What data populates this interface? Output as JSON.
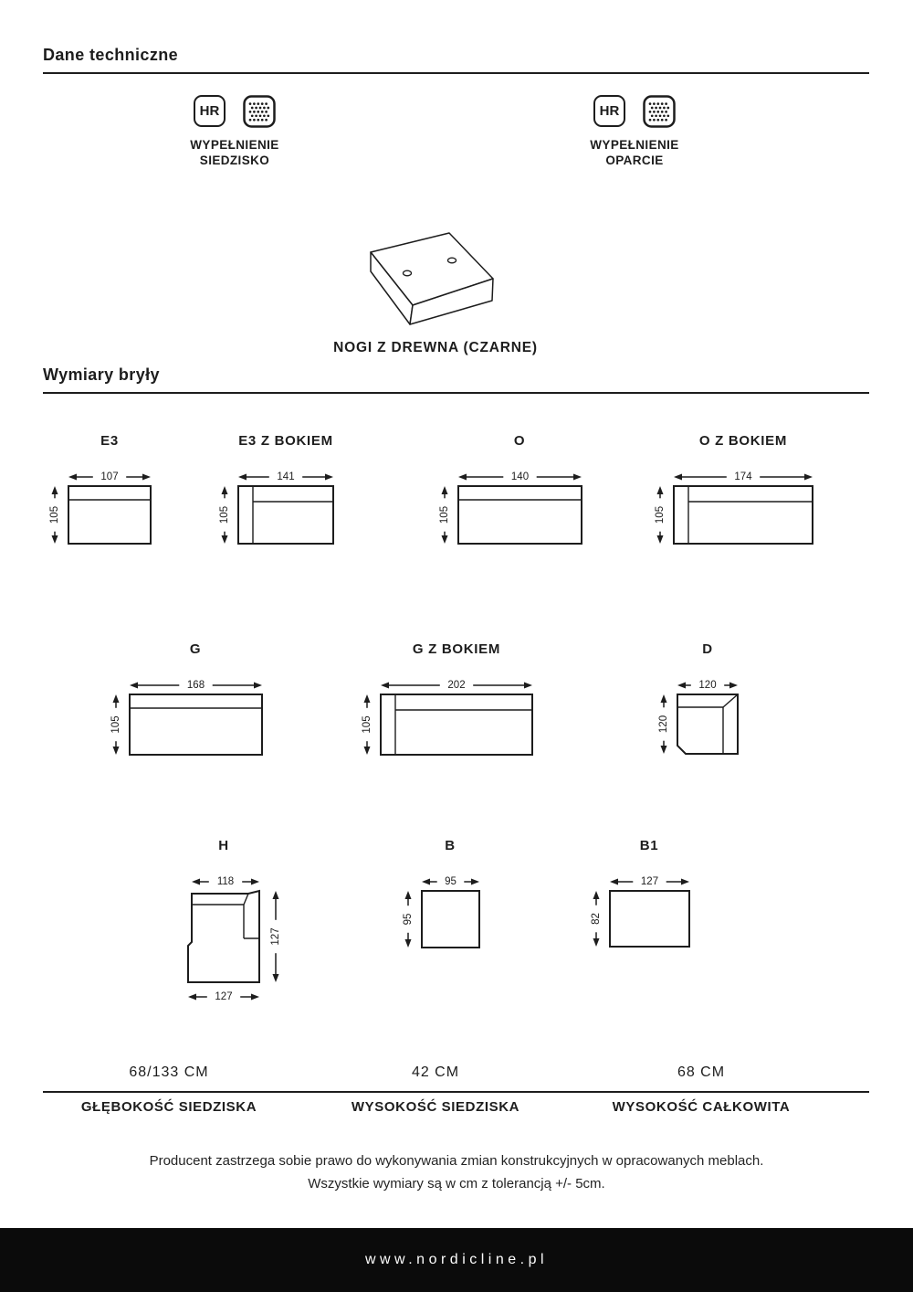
{
  "colors": {
    "ink": "#1d1d1d"
  },
  "sections": {
    "technical": "Dane techniczne",
    "dimensions": "Wymiary bryły"
  },
  "filling_icons": [
    {
      "badge": "HR",
      "line1": "WYPEŁNIENIE",
      "line2": "SIEDZISKO"
    },
    {
      "badge": "HR",
      "line1": "WYPEŁNIENIE",
      "line2": "OPARCIE"
    }
  ],
  "legs": {
    "caption": "NOGI Z DREWNA (CZARNE)"
  },
  "modules": [
    {
      "name": "E3",
      "shape": "back",
      "width_cm": "107",
      "height_cm": "105"
    },
    {
      "name": "E3 Z BOKIEM",
      "shape": "side-back",
      "width_cm": "141",
      "height_cm": "105"
    },
    {
      "name": "O",
      "shape": "back",
      "width_cm": "140",
      "height_cm": "105"
    },
    {
      "name": "O Z BOKIEM",
      "shape": "side-back",
      "width_cm": "174",
      "height_cm": "105"
    },
    {
      "name": "G",
      "shape": "back",
      "width_cm": "168",
      "height_cm": "105"
    },
    {
      "name": "G Z BOKIEM",
      "shape": "side-back",
      "width_cm": "202",
      "height_cm": "105"
    },
    {
      "name": "D",
      "shape": "corner",
      "width_cm": "120",
      "height_cm": "120"
    },
    {
      "name": "H",
      "shape": "chaise",
      "width_cm": "118",
      "height_cm": "127",
      "bottom_cm": "127"
    },
    {
      "name": "B",
      "shape": "plain",
      "width_cm": "95",
      "height_cm": "95"
    },
    {
      "name": "B1",
      "shape": "plain",
      "width_cm": "127",
      "height_cm": "82"
    }
  ],
  "stats": [
    {
      "value": "68/133 CM",
      "label": "GŁĘBOKOŚĆ SIEDZISKA"
    },
    {
      "value": "42 CM",
      "label": "WYSOKOŚĆ SIEDZISKA"
    },
    {
      "value": "68 CM",
      "label": "WYSOKOŚĆ CAŁKOWITA"
    }
  ],
  "disclaimer": {
    "line1": "Producent zastrzega sobie prawo do wykonywania zmian konstrukcyjnych w opracowanych meblach.",
    "line2": "Wszystkie wymiary są w cm z tolerancją +/- 5cm."
  },
  "footer": {
    "url": "www.nordicline.pl",
    "bg_color": "#0b0b0b",
    "text_color": "#fdfdfd"
  }
}
